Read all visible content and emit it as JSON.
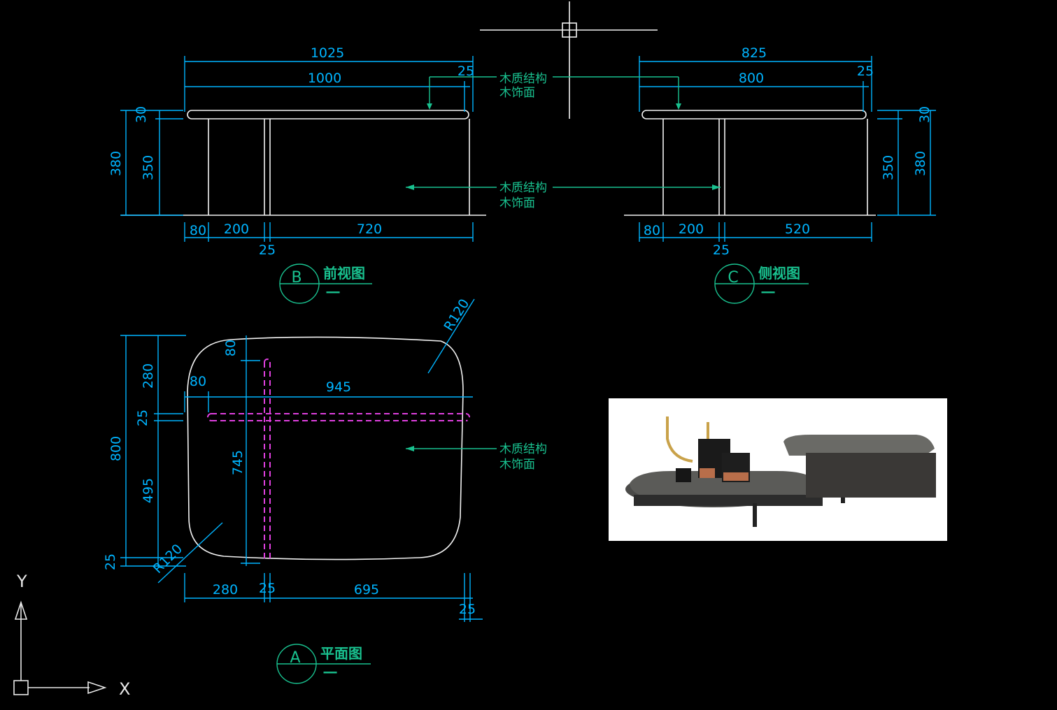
{
  "views": {
    "front": {
      "letter": "B",
      "title": "前视图",
      "scale": "一"
    },
    "side": {
      "letter": "C",
      "title": "侧视图",
      "scale": "一"
    },
    "plan": {
      "letter": "A",
      "title": "平面图",
      "scale": "一"
    }
  },
  "note": {
    "line1": "木质结构",
    "line2": "木饰面"
  },
  "front_dims": {
    "overall": "1025",
    "top": "1000",
    "overhang": "25",
    "thickness": "30",
    "total_height": "380",
    "leg_height": "350",
    "seg_a": "80",
    "seg_b": "200",
    "seg_c": "720",
    "seg_d": "25"
  },
  "side_dims": {
    "overall": "825",
    "top": "800",
    "overhang": "25",
    "thickness": "30",
    "total_height": "380",
    "leg_height": "350",
    "seg_a": "80",
    "seg_b": "200",
    "seg_c": "520",
    "seg_d": "25"
  },
  "plan_dims": {
    "radius_top": "R120",
    "radius_bottom": "R120",
    "left_total": "800",
    "left_a": "280",
    "left_b": "25",
    "left_c": "495",
    "left_d": "25",
    "inner_v": "745",
    "inner_top": "80",
    "inner_left": "80",
    "inner_h": "945",
    "bottom_a": "280",
    "bottom_b": "25",
    "bottom_c": "695",
    "bottom_d": "25"
  },
  "axes": {
    "x": "X",
    "y": "Y"
  },
  "colors": {
    "dimension": "#00b4ff",
    "annotation": "#19c18f",
    "outline": "#f2f2f2",
    "hidden": "#e040e0",
    "background": "#000000"
  }
}
